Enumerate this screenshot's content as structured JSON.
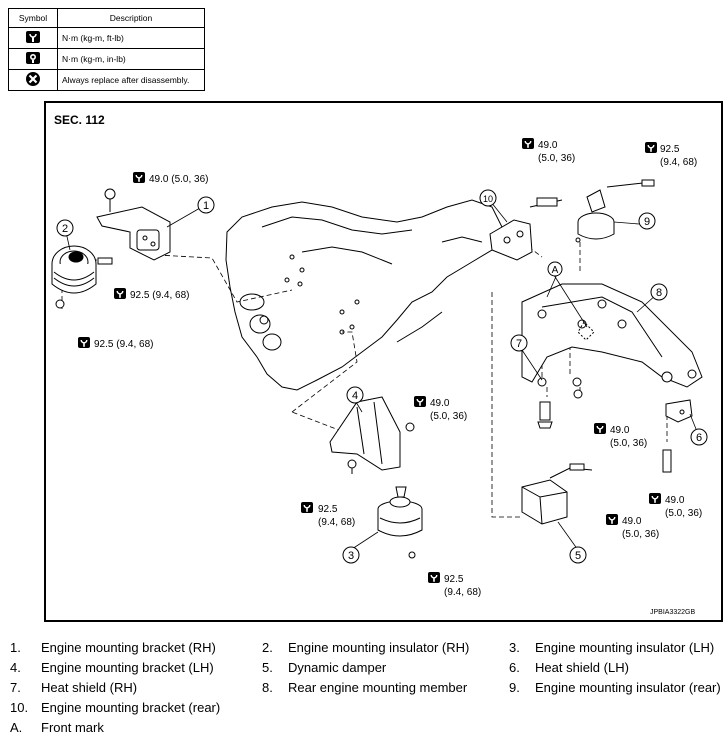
{
  "symbol_table": {
    "header_symbol": "Symbol",
    "header_description": "Description",
    "rows": [
      {
        "icon": "torque-wrench-nm-icon",
        "description": "N·m (kg-m, ft-lb)"
      },
      {
        "icon": "torque-wrench-inlb-icon",
        "description": "N·m (kg-m, in-lb)"
      },
      {
        "icon": "replace-x-icon",
        "description": "Always replace after disassembly."
      }
    ]
  },
  "diagram": {
    "section": "SEC. 112",
    "code": "JPBIA3322GB",
    "callouts": {
      "c1": "1",
      "c2": "2",
      "c3": "3",
      "c4": "4",
      "c5": "5",
      "c6": "6",
      "c7": "7",
      "c8": "8",
      "c9": "9",
      "c10": "10",
      "cA": "A"
    },
    "torques": {
      "t_490_single": "49.0 (5.0, 36)",
      "t_925_a": "92.5 (9.4, 68)",
      "t_925_b": "92.5 (9.4, 68)",
      "t_10_l1": "49.0",
      "t_10_l2": "(5.0, 36)",
      "t_9_l1": "92.5",
      "t_9_l2": "(9.4, 68)",
      "t_4_l1": "49.0",
      "t_4_l2": "(5.0, 36)",
      "t_4b_l1": "92.5",
      "t_4b_l2": "(9.4, 68)",
      "t_3_l1": "92.5",
      "t_3_l2": "(9.4, 68)",
      "t_7_l1": "49.0",
      "t_7_l2": "(5.0, 36)",
      "t_5_l1": "49.0",
      "t_5_l2": "(5.0, 36)",
      "t_6_l1": "49.0",
      "t_6_l2": "(5.0, 36)"
    }
  },
  "legend": [
    {
      "num": "1.",
      "text": "Engine mounting bracket (RH)"
    },
    {
      "num": "2.",
      "text": "Engine mounting insulator (RH)"
    },
    {
      "num": "3.",
      "text": "Engine mounting insulator (LH)"
    },
    {
      "num": "4.",
      "text": "Engine mounting bracket (LH)"
    },
    {
      "num": "5.",
      "text": "Dynamic damper"
    },
    {
      "num": "6.",
      "text": "Heat shield (LH)"
    },
    {
      "num": "7.",
      "text": "Heat shield (RH)"
    },
    {
      "num": "8.",
      "text": "Rear engine mounting member"
    },
    {
      "num": "9.",
      "text": "Engine mounting insulator (rear)"
    },
    {
      "num": "10.",
      "text": "Engine mounting bracket (rear)"
    },
    {
      "num": "A.",
      "text": "Front mark"
    }
  ]
}
